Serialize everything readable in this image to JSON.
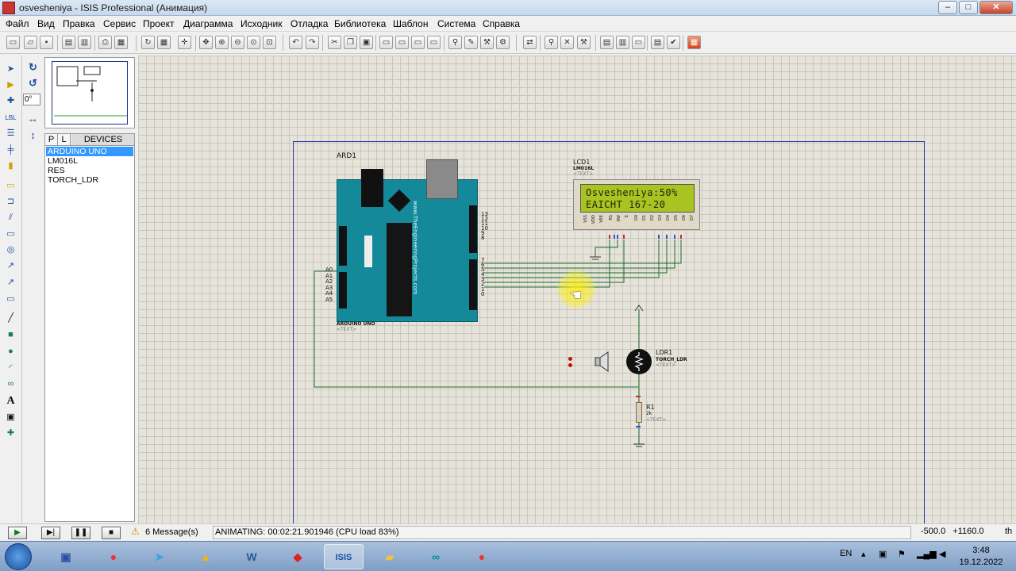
{
  "window": {
    "title": "osvesheniya - ISIS Professional (Анимация)",
    "minimize": "–",
    "maximize": "□",
    "close": "✕"
  },
  "menu": [
    "Файл",
    "Вид",
    "Правка",
    "Сервис",
    "Проект",
    "Диаграмма",
    "Исходник",
    "Отладка",
    "Библиотека",
    "Шаблон",
    "Система",
    "Справка"
  ],
  "rotation": {
    "angle": "0°"
  },
  "device_panel": {
    "tab_p": "P",
    "tab_l": "L",
    "header": "DEVICES",
    "items": [
      "ARDUINO UNO",
      "LM016L",
      "RES",
      "TORCH_LDR"
    ],
    "selected_index": 0
  },
  "schematic": {
    "arduino": {
      "ref": "ARD1",
      "part": "ARDUINO UNO",
      "text": "<TEXT>",
      "url": "www.TheEngineeringProjects.com"
    },
    "digital_pins": [
      "13",
      "12",
      "11",
      "10",
      "9",
      "8",
      "7",
      "6",
      "5",
      "4",
      "3",
      "2",
      "1",
      "0"
    ],
    "analog_pins": [
      "A0",
      "A1",
      "A2",
      "A3",
      "A4",
      "A5"
    ],
    "lcd": {
      "ref": "LCD1",
      "part": "LM016L",
      "text": "<TEXT>",
      "line1": "Osvesheniya:50%",
      "line2": "EAICHT 167-20",
      "pins": [
        "VSS",
        "VDD",
        "VEE",
        "RS",
        "RW",
        "E",
        "D0",
        "D1",
        "D2",
        "D3",
        "D4",
        "D5",
        "D6",
        "D7"
      ]
    },
    "ldr": {
      "ref": "LDR1",
      "part": "TORCH_LDR",
      "text": "<TEXT>"
    },
    "resistor": {
      "ref": "R1",
      "value": "2k",
      "text": "<TEXT>"
    }
  },
  "status": {
    "messages": "6 Message(s)",
    "animation": "ANIMATING: 00:02:21.901946 (CPU load 83%)",
    "x": "-500.0",
    "y": "+1160.0",
    "unit": "th"
  },
  "taskbar": {
    "lang": "EN",
    "time": "3:48",
    "date": "19.12.2022",
    "apps": [
      "save",
      "chrome",
      "telegram",
      "ares",
      "word",
      "acrobat",
      "isis",
      "explorer",
      "arduino",
      "chrome-2"
    ]
  },
  "colors": {
    "grid": "#c9c7bd",
    "canvas": "#e6e4da",
    "sheet_border": "#2435a6",
    "board": "#14899a",
    "lcd_screen": "#a9c322",
    "wire": "#1d6b2c"
  }
}
